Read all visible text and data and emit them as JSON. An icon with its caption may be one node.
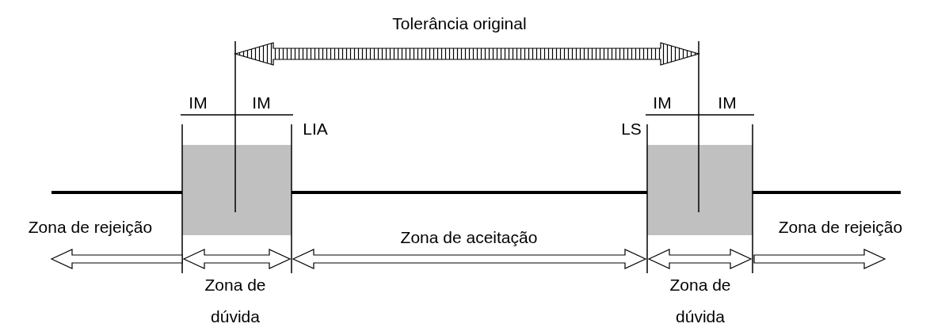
{
  "diagram": {
    "labels": [
      "Tolerância original",
      "IM",
      "IM",
      "IM",
      "IM",
      "LIA",
      "LS",
      "Zona de rejeição",
      "Zona de aceitação",
      "Zona de rejeição",
      "Zona de dúvida",
      "Zona de dúvida"
    ]
  }
}
